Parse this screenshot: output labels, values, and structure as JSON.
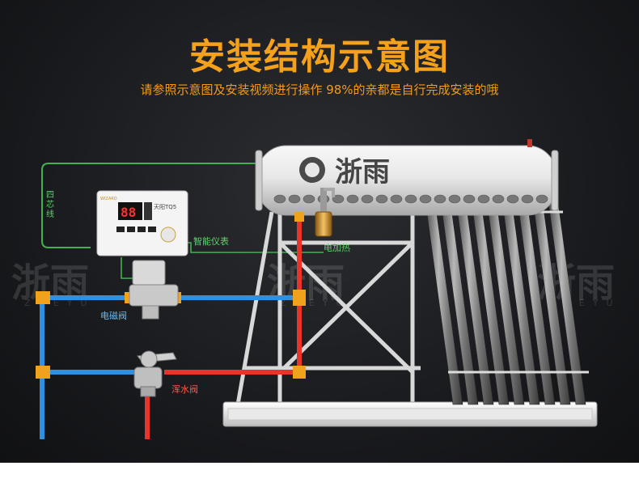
{
  "header": {
    "title": "安装结构示意图",
    "subtitle": "请参照示意图及安装视频进行操作 98%的亲都是自行完成安装的哦"
  },
  "brand": {
    "name": "浙雨",
    "pinyin": "ZHEYU"
  },
  "controller": {
    "brand_top": "WIZARD",
    "model": "天阳TQ5",
    "display": "88"
  },
  "labels": {
    "signal_wire": "四芯线",
    "smart_meter": "智能仪表",
    "electric_heater": "电加热",
    "solenoid_valve": "电磁阀",
    "mixing_valve": "浑水阀"
  },
  "colors": {
    "title": "#f5a11c",
    "cold_pipe": "#2f8fe0",
    "hot_pipe": "#e8352b",
    "wire": "#3fb34f",
    "fitting": "#f0a21d"
  }
}
